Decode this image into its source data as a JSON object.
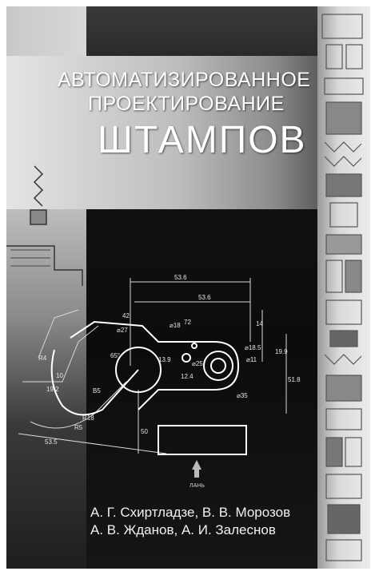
{
  "cover": {
    "title_line1": "АВТОМАТИЗИРОВАННОЕ",
    "title_line2": "ПРОЕКТИРОВАНИЕ",
    "title_line3": "ШТАМПОВ",
    "authors_line1": "А. Г. Схиртладзе, В. В. Морозов",
    "authors_line2": "А. В. Жданов, А. И. Залеснов",
    "publisher_mark": "ЛАНЬ"
  },
  "drawing": {
    "dimensions": [
      "53.6",
      "53.6",
      "42",
      "⌀27",
      "⌀18",
      "72",
      "14",
      "⌀18.5",
      "⌀11",
      "19.9",
      "51.8",
      "⌀25",
      "13.9",
      "12.4",
      "65°",
      "R4",
      "10",
      "19.2",
      "B5",
      "R18",
      "R5",
      "53.5",
      "50",
      "⌀35"
    ]
  },
  "colors": {
    "background": "#0c0c0c",
    "text": "#ffffff",
    "band": "#cfcfcf"
  }
}
